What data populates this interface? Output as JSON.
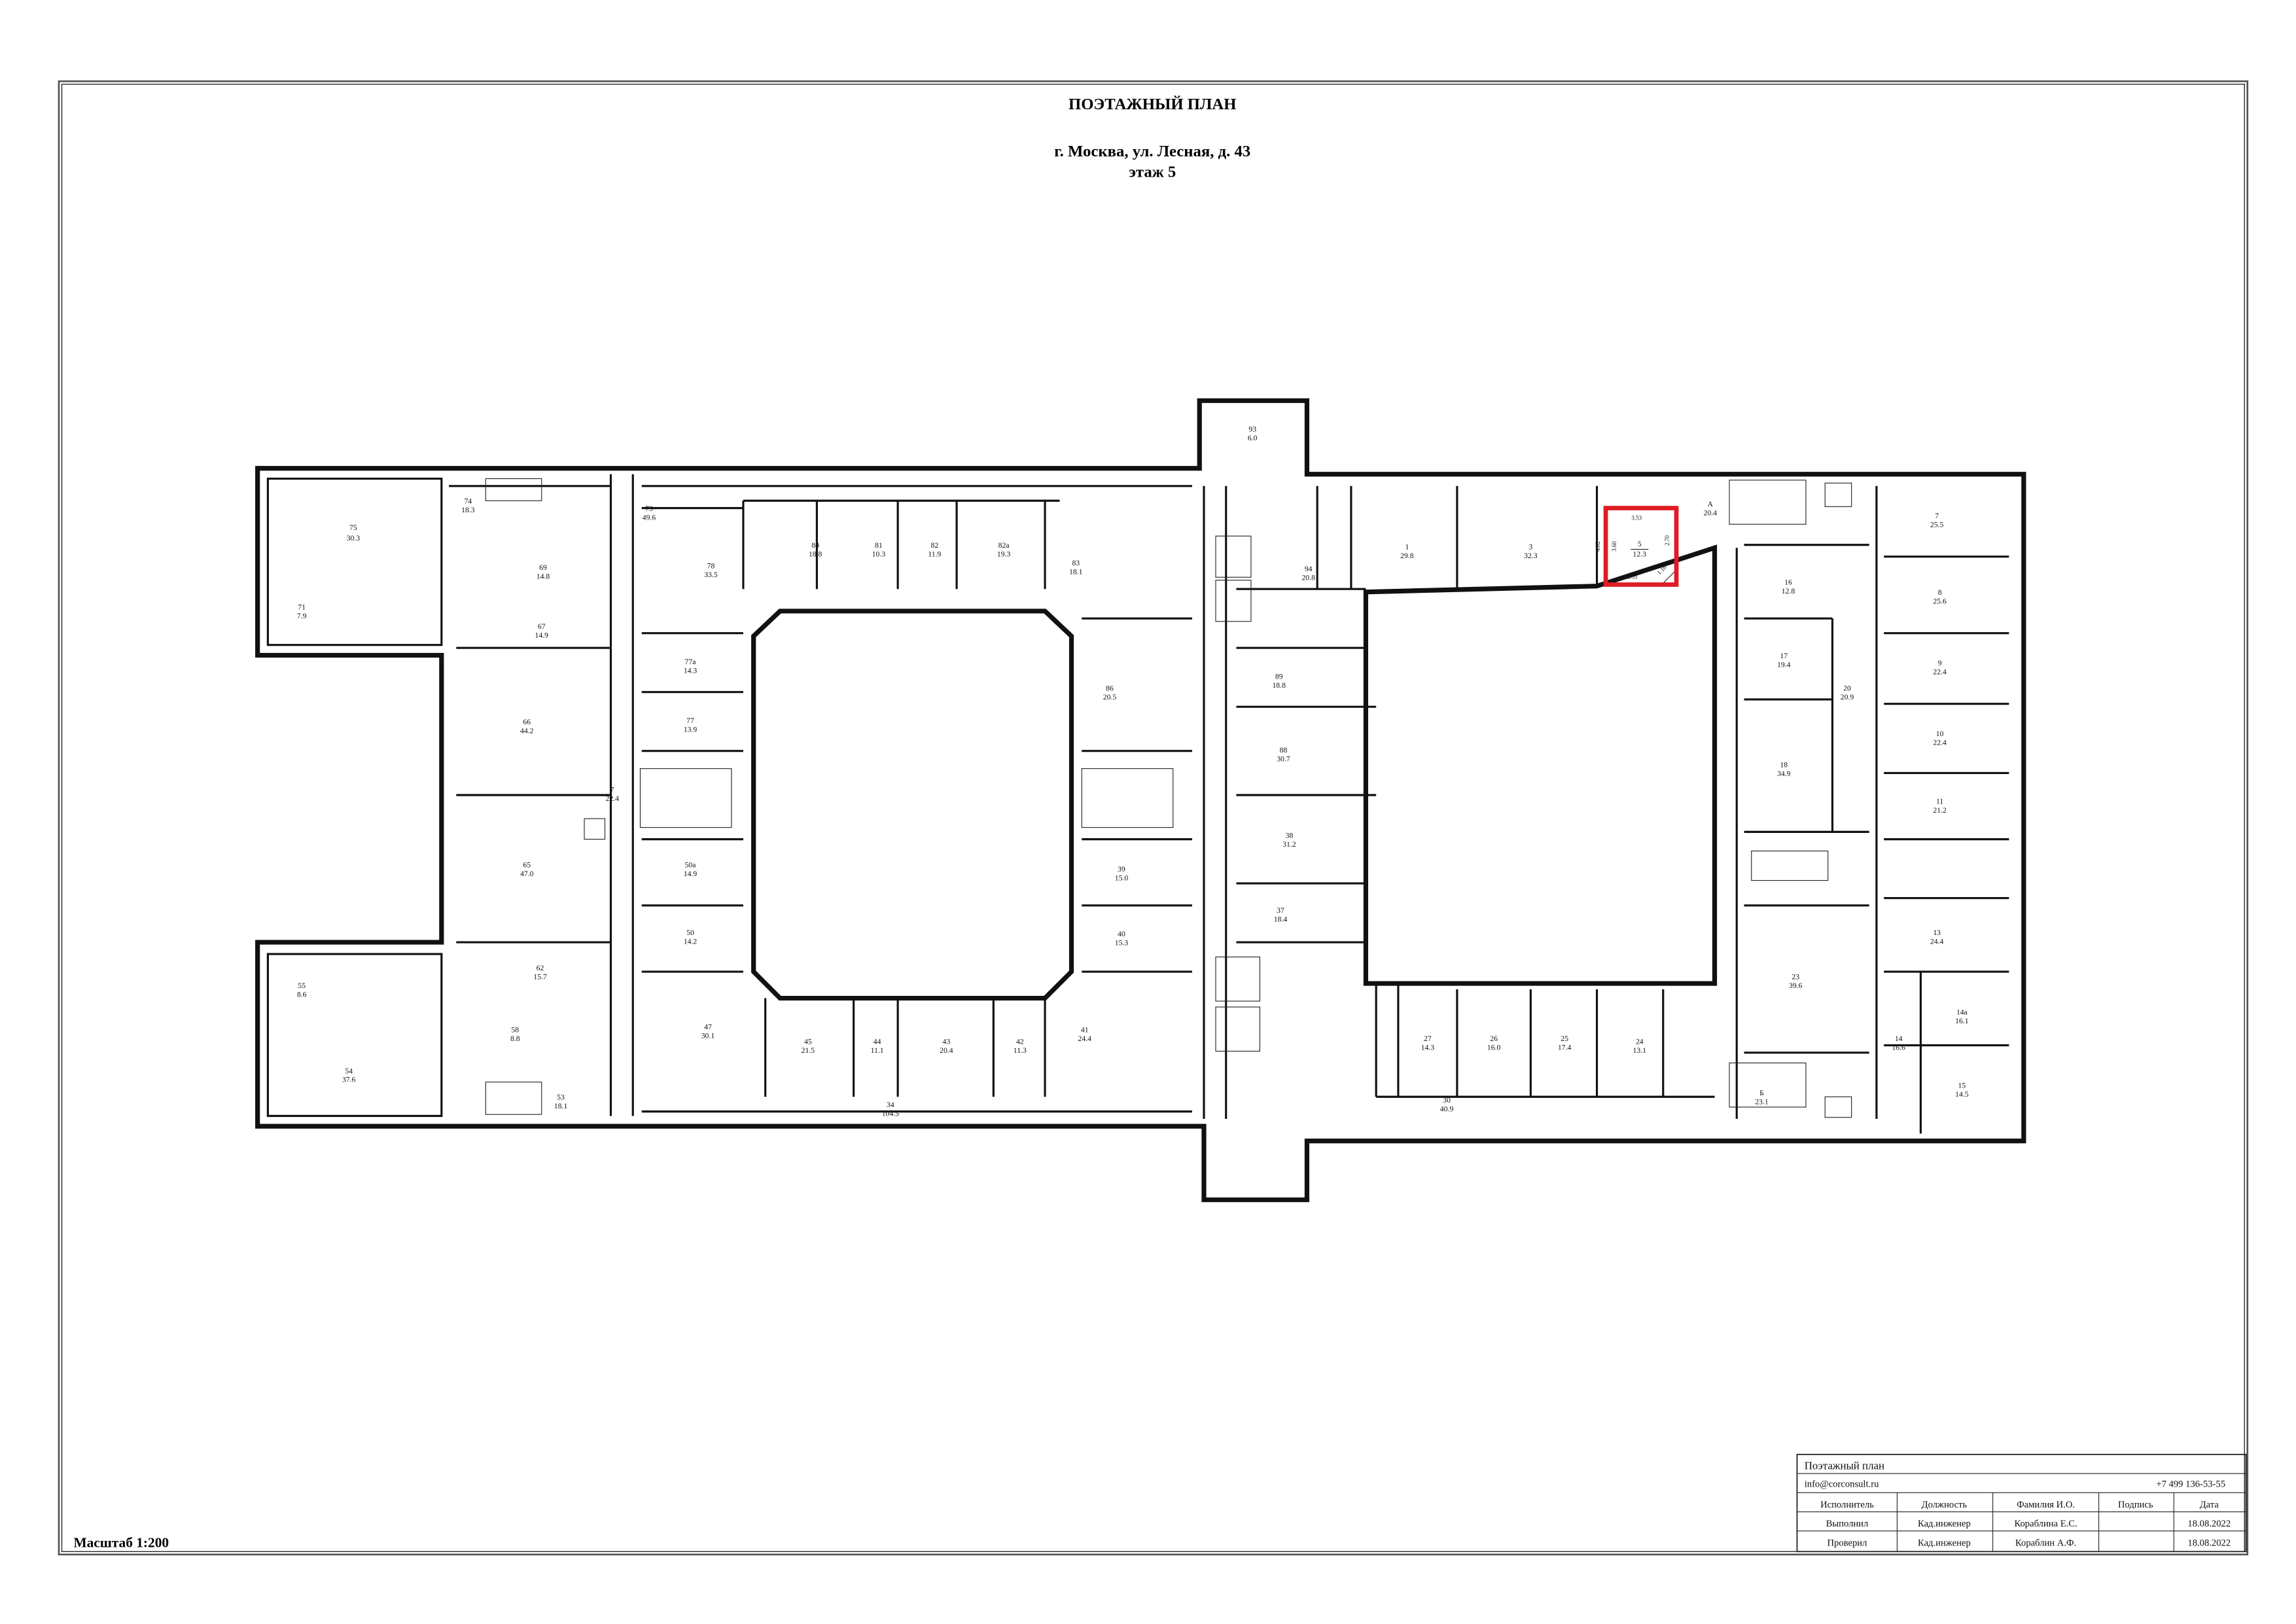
{
  "header": {
    "title": "ПОЭТАЖНЫЙ ПЛАН",
    "address": "г. Москва, ул. Лесная, д. 43",
    "floor": "этаж 5"
  },
  "scale_label": "Масштаб 1:200",
  "highlight": {
    "room": "5",
    "area": "12.3",
    "color": "#e01b24",
    "dims": [
      "3.53",
      "3.60",
      "2.70",
      "2.55",
      "1.16",
      "4.02"
    ]
  },
  "rooms": [
    {
      "n": "75",
      "a": "30.3"
    },
    {
      "n": "74",
      "a": "18.3"
    },
    {
      "n": "71",
      "a": "7.9"
    },
    {
      "n": "69",
      "a": "14.8"
    },
    {
      "n": "67",
      "a": "14.9"
    },
    {
      "n": "66",
      "a": "44.2"
    },
    {
      "n": "65",
      "a": "47.0"
    },
    {
      "n": "62",
      "a": "15.7"
    },
    {
      "n": "58",
      "a": "8.8"
    },
    {
      "n": "53",
      "a": "18.1"
    },
    {
      "n": "55",
      "a": "8.6"
    },
    {
      "n": "54",
      "a": "37.6"
    },
    {
      "n": "73",
      "a": "49.6"
    },
    {
      "n": "78",
      "a": "33.5"
    },
    {
      "n": "80",
      "a": "18.8"
    },
    {
      "n": "81",
      "a": "10.3"
    },
    {
      "n": "82",
      "a": "11.9"
    },
    {
      "n": "82а",
      "a": "19.3"
    },
    {
      "n": "83",
      "a": "18.1"
    },
    {
      "n": "77а",
      "a": "14.3"
    },
    {
      "n": "77",
      "a": "13.9"
    },
    {
      "n": "86",
      "a": "20.5"
    },
    {
      "n": "50а",
      "a": "14.9"
    },
    {
      "n": "50",
      "a": "14.2"
    },
    {
      "n": "47",
      "a": "30.1"
    },
    {
      "n": "45",
      "a": "21.5"
    },
    {
      "n": "44",
      "a": "11.1"
    },
    {
      "n": "43",
      "a": "20.4"
    },
    {
      "n": "42",
      "a": "11.3"
    },
    {
      "n": "41",
      "a": "24.4"
    },
    {
      "n": "34",
      "a": "104.5"
    },
    {
      "n": "39",
      "a": "15.0"
    },
    {
      "n": "40",
      "a": "15.3"
    },
    {
      "n": "94",
      "a": "20.8"
    },
    {
      "n": "89",
      "a": "18.8"
    },
    {
      "n": "88",
      "a": "30.7"
    },
    {
      "n": "38",
      "a": "31.2"
    },
    {
      "n": "37",
      "a": "18.4"
    },
    {
      "n": "1",
      "a": "29.8"
    },
    {
      "n": "3",
      "a": "32.3"
    },
    {
      "n": "А",
      "a": "20.4"
    },
    {
      "n": "7",
      "a": "25.5"
    },
    {
      "n": "8",
      "a": "25.6"
    },
    {
      "n": "9",
      "a": "22.4"
    },
    {
      "n": "10",
      "a": "22.4"
    },
    {
      "n": "11",
      "a": "21.2"
    },
    {
      "n": "13",
      "a": "24.4"
    },
    {
      "n": "14а",
      "a": "16.1"
    },
    {
      "n": "15",
      "a": "14.5"
    },
    {
      "n": "14",
      "a": "16.6"
    },
    {
      "n": "16",
      "a": "12.8"
    },
    {
      "n": "17",
      "a": "19.4"
    },
    {
      "n": "18",
      "a": "34.9"
    },
    {
      "n": "23",
      "a": "39.6"
    },
    {
      "n": "20",
      "a": "20.9"
    },
    {
      "n": "24",
      "a": "13.1"
    },
    {
      "n": "25",
      "a": "17.4"
    },
    {
      "n": "26",
      "a": "16.0"
    },
    {
      "n": "27",
      "a": "14.3"
    },
    {
      "n": "30",
      "a": "40.9"
    },
    {
      "n": "Б",
      "a": "23.1"
    },
    {
      "n": "7",
      "a": "22.4"
    },
    {
      "n": "93",
      "a": "6.0"
    }
  ],
  "title_block": {
    "title": "Поэтажный план",
    "email": "info@corconsult.ru",
    "phone": "+7 499 136-53-55",
    "columns": [
      "Исполнитель",
      "Должность",
      "Фамилия И.О.",
      "Подпись",
      "Дата"
    ],
    "rows": [
      [
        "Выполнил",
        "Кад.инженер",
        "Кораблина Е.С.",
        "",
        "18.08.2022"
      ],
      [
        "Проверил",
        "Кад.инженер",
        "Кораблин А.Ф.",
        "",
        "18.08.2022"
      ]
    ]
  }
}
